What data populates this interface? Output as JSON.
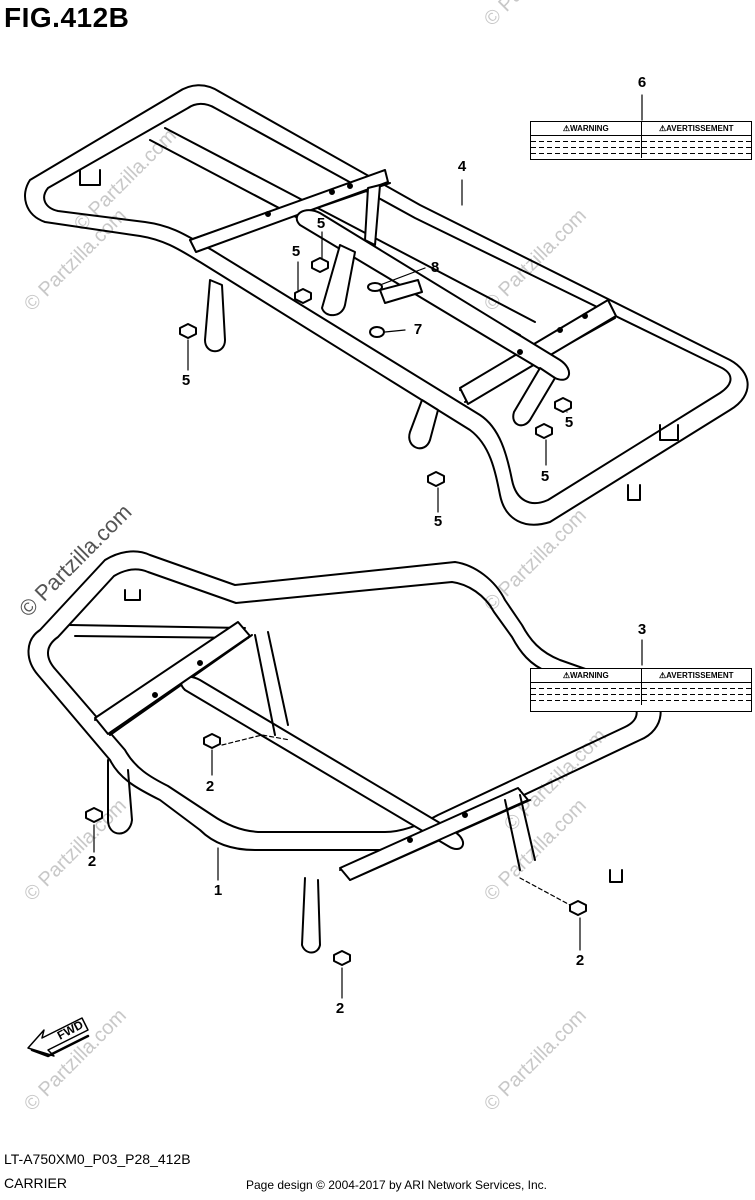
{
  "figure": {
    "title": "FIG.412B"
  },
  "callouts": {
    "c1": "1",
    "c2a": "2",
    "c2b": "2",
    "c2c": "2",
    "c2d": "2",
    "c3": "3",
    "c4": "4",
    "c5a": "5",
    "c5b": "5",
    "c5c": "5",
    "c5d": "5",
    "c5e": "5",
    "c5f": "5",
    "c6": "6",
    "c7": "7",
    "c8": "8"
  },
  "labels": {
    "warning": "⚠WARNING",
    "avertissement": "⚠AVERTISSEMENT"
  },
  "fwd": "FWD",
  "footer": {
    "model_code": "LT-A750XM0_P03_P28_412B",
    "section": "CARRIER",
    "copyright": "Page design © 2004-2017 by ARI Network Services, Inc."
  },
  "watermarks": {
    "main": "© Partzilla.com",
    "small": "© Partzilla.com"
  }
}
